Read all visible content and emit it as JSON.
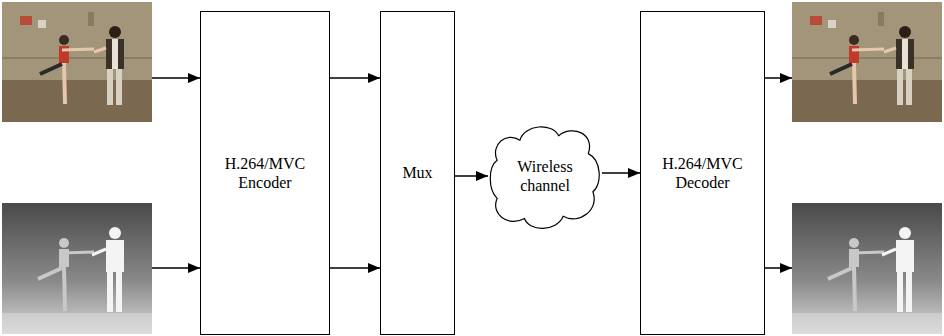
{
  "diagram": {
    "nodes": [
      {
        "text": [
          "H.264/MVC Encoder"
        ]
      },
      {
        "text": [
          "Mux"
        ]
      },
      {
        "text": [
          "Wireless channel"
        ]
      },
      {
        "text": [
          "H.264/MVC Decoder"
        ]
      }
    ],
    "edges": [
      {
        "from": 0,
        "to": 1,
        "arrow": "to"
      },
      {
        "from": 0,
        "to": 1,
        "arrow": "to"
      },
      {
        "from": 1,
        "to": 2,
        "arrow": "to"
      },
      {
        "from": 2,
        "to": 3,
        "arrow": "to"
      }
    ]
  }
}
